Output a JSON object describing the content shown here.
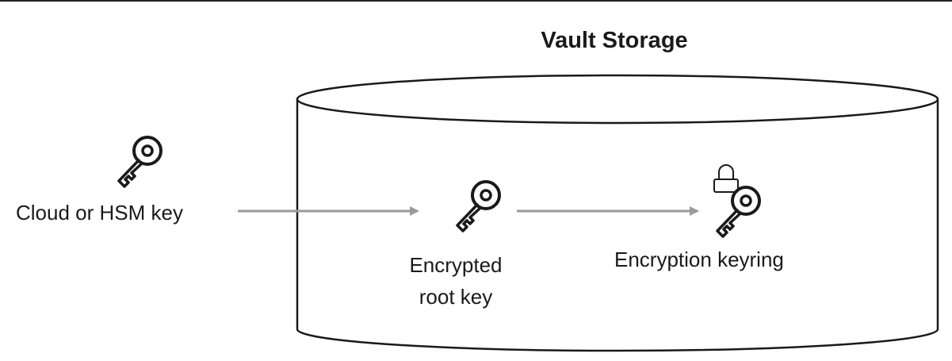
{
  "diagram": {
    "title": "Vault Storage",
    "nodes": [
      {
        "id": "cloud-key",
        "label": "Cloud or HSM key",
        "icon": "key-icon"
      },
      {
        "id": "root-key",
        "label": "Encrypted root key",
        "icon": "key-icon"
      },
      {
        "id": "keyring",
        "label": "Encryption keyring",
        "icon": "locked-key-icon"
      }
    ],
    "edges": [
      {
        "from": "cloud-key",
        "to": "root-key"
      },
      {
        "from": "root-key",
        "to": "keyring"
      }
    ],
    "colors": {
      "stroke": "#1a1a1a",
      "arrow": "#9a9a9a"
    }
  }
}
